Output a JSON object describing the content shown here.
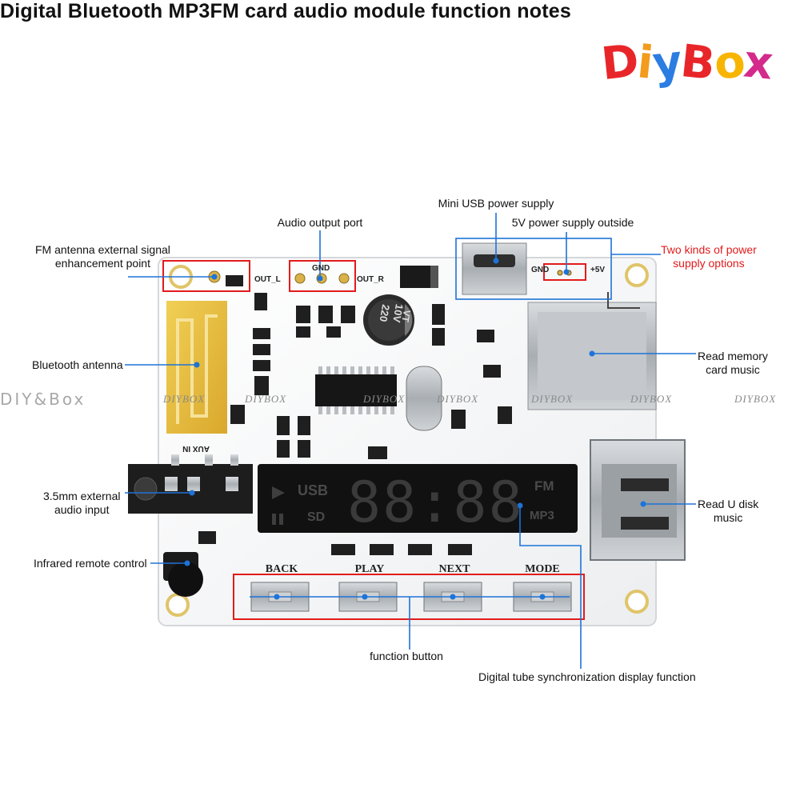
{
  "title": "Digital Bluetooth MP3FM card audio module function notes",
  "brand": {
    "logo_letters": [
      "D",
      "i",
      "y",
      "B",
      "o",
      "x"
    ],
    "logo_colors": [
      "#e8262a",
      "#f29b1d",
      "#2b7de1",
      "#e8262a",
      "#f7b500",
      "#d42a8c"
    ],
    "watermark_main": "DIY&Box",
    "watermark_repeat": "DIYBOX"
  },
  "labels": {
    "fm_antenna": "FM antenna external signal\nenhancement point",
    "audio_output": "Audio output port",
    "mini_usb": "Mini USB power supply",
    "power_5v": "5V power supply outside",
    "power_options": "Two kinds of power\nsupply options",
    "bluetooth_antenna": "Bluetooth antenna",
    "memory_card": "Read memory\ncard music",
    "aux_input": "3.5mm external\naudio input",
    "u_disk": "Read U disk\nmusic",
    "ir_remote": "Infrared remote control",
    "function_button": "function button",
    "display_function": "Digital tube synchronization display function"
  },
  "board": {
    "silkscreen": {
      "gnd_audio": "GND",
      "out_l": "OUT_L",
      "out_r": "OUT_R",
      "gnd_power": "GND",
      "plus5v": "+5V",
      "aux_in": "AUX IN"
    },
    "capacitor": {
      "line1": "220",
      "line2": "10V",
      "line3": "VT"
    },
    "display": {
      "usb": "USB",
      "sd": "SD",
      "fm": "FM",
      "mp3": "MP3",
      "digits": "88:88"
    },
    "buttons": [
      "BACK",
      "PLAY",
      "NEXT",
      "MODE"
    ]
  },
  "colors": {
    "callout_line": "#1e73d8",
    "highlight_box": "#e21b1b",
    "board": "#f6f7f8"
  }
}
